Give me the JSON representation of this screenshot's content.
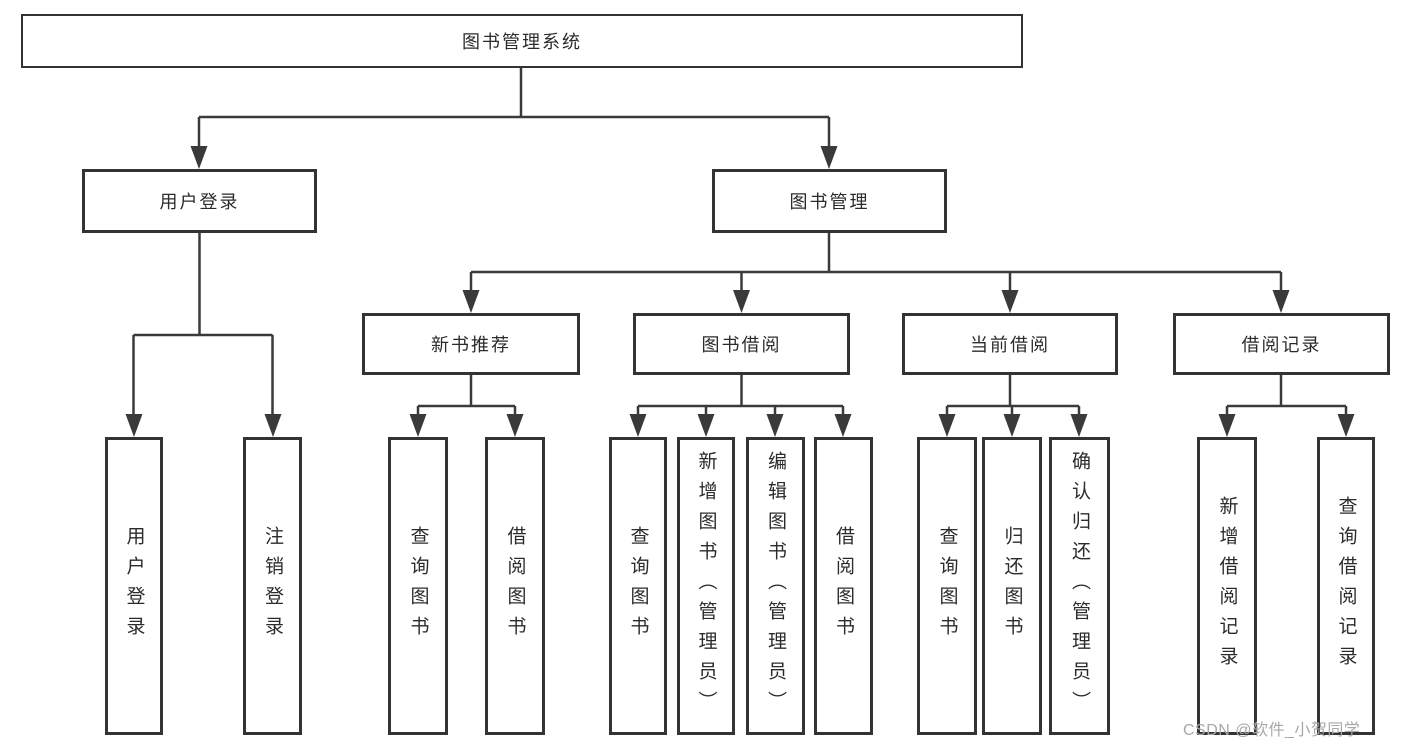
{
  "diagram_type": "hierarchy-tree",
  "tree": {
    "root": {
      "label": "图书管理系统",
      "children": [
        {
          "label": "用户登录",
          "children": [
            {
              "label": "用户登录"
            },
            {
              "label": "注销登录"
            }
          ]
        },
        {
          "label": "图书管理",
          "children": [
            {
              "label": "新书推荐",
              "children": [
                {
                  "label": "查询图书"
                },
                {
                  "label": "借阅图书"
                }
              ]
            },
            {
              "label": "图书借阅",
              "children": [
                {
                  "label": "查询图书"
                },
                {
                  "label": "新增图书（管理员）"
                },
                {
                  "label": "编辑图书（管理员）"
                },
                {
                  "label": "借阅图书"
                }
              ]
            },
            {
              "label": "当前借阅",
              "children": [
                {
                  "label": "查询图书"
                },
                {
                  "label": "归还图书"
                },
                {
                  "label": "确认归还（管理员）"
                }
              ]
            },
            {
              "label": "借阅记录",
              "children": [
                {
                  "label": "新增借阅记录"
                },
                {
                  "label": "查询借阅记录"
                }
              ]
            }
          ]
        }
      ]
    }
  },
  "watermark": {
    "text": "CSDN @软件_小贺同学"
  },
  "colors": {
    "background": "#ffffff",
    "box_border": "#333333",
    "connector_line": "#3a3a3a",
    "text": "#2b2b2b",
    "watermark_text": "#a8a8a8"
  }
}
